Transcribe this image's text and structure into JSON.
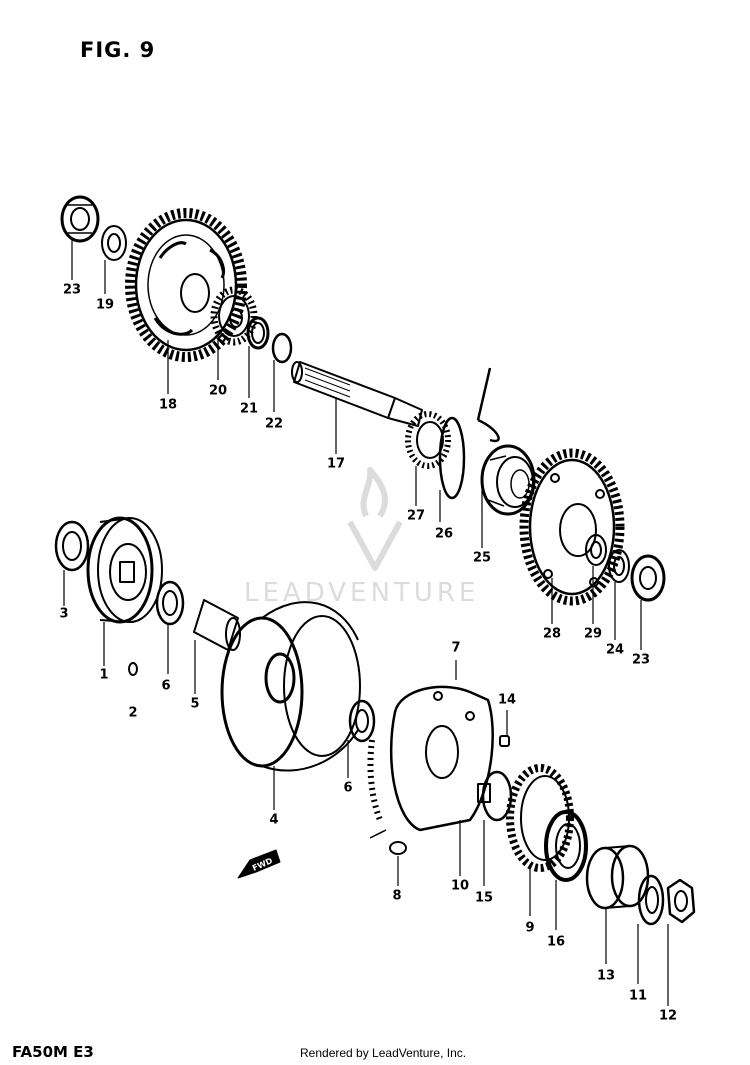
{
  "figure": {
    "title": "FIG. 9",
    "model_code": "FA50M E3",
    "credit": "Rendered by LeadVenture, Inc.",
    "watermark": "LEADVENTURE",
    "direction_label": "FWD"
  },
  "callouts": [
    {
      "id": "c23a",
      "text": "23"
    },
    {
      "id": "c19",
      "text": "19"
    },
    {
      "id": "c18",
      "text": "18"
    },
    {
      "id": "c20",
      "text": "20"
    },
    {
      "id": "c21",
      "text": "21"
    },
    {
      "id": "c22",
      "text": "22"
    },
    {
      "id": "c17",
      "text": "17"
    },
    {
      "id": "c27",
      "text": "27"
    },
    {
      "id": "c26",
      "text": "26"
    },
    {
      "id": "c25",
      "text": "25"
    },
    {
      "id": "c28",
      "text": "28"
    },
    {
      "id": "c29",
      "text": "29"
    },
    {
      "id": "c24",
      "text": "24"
    },
    {
      "id": "c23b",
      "text": "23"
    },
    {
      "id": "c3",
      "text": "3"
    },
    {
      "id": "c1",
      "text": "1"
    },
    {
      "id": "c6a",
      "text": "6"
    },
    {
      "id": "c2",
      "text": "2"
    },
    {
      "id": "c5",
      "text": "5"
    },
    {
      "id": "c4",
      "text": "4"
    },
    {
      "id": "c7",
      "text": "7"
    },
    {
      "id": "c14",
      "text": "14"
    },
    {
      "id": "c6b",
      "text": "6"
    },
    {
      "id": "c8",
      "text": "8"
    },
    {
      "id": "c10",
      "text": "10"
    },
    {
      "id": "c15",
      "text": "15"
    },
    {
      "id": "c9",
      "text": "9"
    },
    {
      "id": "c16",
      "text": "16"
    },
    {
      "id": "c13",
      "text": "13"
    },
    {
      "id": "c11",
      "text": "11"
    },
    {
      "id": "c12",
      "text": "12"
    }
  ]
}
